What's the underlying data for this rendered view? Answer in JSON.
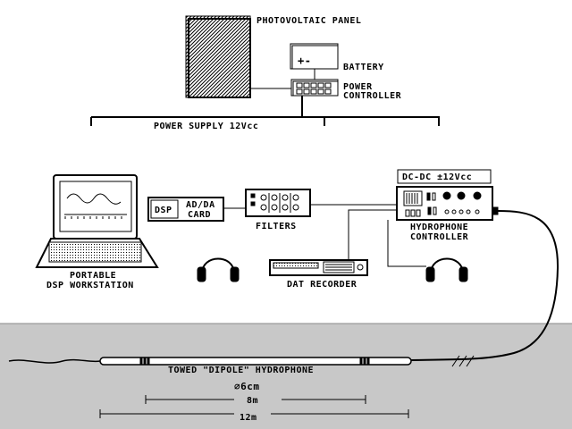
{
  "labels": {
    "photovoltaic_panel": "PHOTOVOLTAIC PANEL",
    "battery": "BATTERY",
    "battery_symbol": "+-",
    "power_controller_1": "POWER",
    "power_controller_2": "CONTROLLER",
    "power_supply": "POWER SUPPLY 12Vcc",
    "dsp_chip": "DSP",
    "adda_card_1": "AD/DA",
    "adda_card_2": "CARD",
    "filters": "FILTERS",
    "dcdc": "DC-DC ±12Vcc",
    "hydrophone_controller_1": "HYDROPHONE",
    "hydrophone_controller_2": "CONTROLLER",
    "workstation_1": "PORTABLE",
    "workstation_2": "DSP WORKSTATION",
    "dat_recorder": "DAT RECORDER",
    "towed_hydrophone": "TOWED \"DIPOLE\" HYDROPHONE",
    "diameter": "∅6cm",
    "length_8m": "8m",
    "length_12m": "12m"
  },
  "colors": {
    "water": "#c8c8c8",
    "ink": "#000000",
    "paper": "#ffffff"
  },
  "icons": [
    "solar-panel-icon",
    "battery-icon",
    "laptop-icon",
    "headphones-icon",
    "dat-recorder-icon",
    "hydrophone-icon"
  ]
}
